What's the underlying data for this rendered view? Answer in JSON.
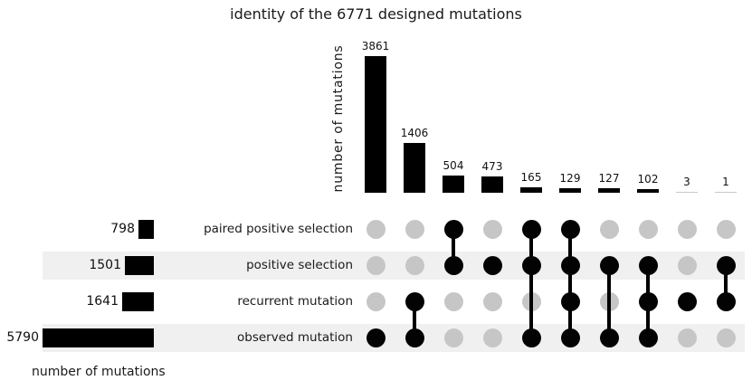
{
  "title": "identity of the 6771 designed mutations",
  "axes": {
    "top_bar_axis_label": "number of mutations",
    "set_size_axis_label": "number of mutations"
  },
  "colors": {
    "bar": "#000000",
    "dot_active": "#030303",
    "dot_inactive": "#c6c6c6",
    "connector": "#000000",
    "stripe": "#f0f0f0",
    "tiny_bar": "#c8c8c8",
    "text": "#1a1a1a"
  },
  "chart_data": {
    "type": "upset",
    "title": "identity of the 6771 designed mutations",
    "bar_axis_label": "number of mutations",
    "set_size_axis_label": "number of mutations",
    "top_bar_ylim": [
      0,
      3861
    ],
    "set_size_xlim": [
      0,
      5790
    ],
    "grid": false,
    "sets": [
      {
        "label": "paired positive selection",
        "size": 798
      },
      {
        "label": "positive selection",
        "size": 1501
      },
      {
        "label": "recurrent mutation",
        "size": 1641
      },
      {
        "label": "observed mutation",
        "size": 5790
      }
    ],
    "intersections": [
      {
        "value": 3861,
        "members": [
          "observed mutation"
        ]
      },
      {
        "value": 1406,
        "members": [
          "recurrent mutation",
          "observed mutation"
        ]
      },
      {
        "value": 504,
        "members": [
          "paired positive selection",
          "positive selection"
        ]
      },
      {
        "value": 473,
        "members": [
          "positive selection"
        ]
      },
      {
        "value": 165,
        "members": [
          "paired positive selection",
          "positive selection",
          "observed mutation"
        ]
      },
      {
        "value": 129,
        "members": [
          "paired positive selection",
          "positive selection",
          "recurrent mutation",
          "observed mutation"
        ]
      },
      {
        "value": 127,
        "members": [
          "positive selection",
          "observed mutation"
        ]
      },
      {
        "value": 102,
        "members": [
          "positive selection",
          "recurrent mutation",
          "observed mutation"
        ]
      },
      {
        "value": 3,
        "members": [
          "recurrent mutation"
        ]
      },
      {
        "value": 1,
        "members": [
          "positive selection",
          "recurrent mutation"
        ]
      }
    ],
    "striped_rows": [
      "positive selection",
      "observed mutation"
    ]
  }
}
